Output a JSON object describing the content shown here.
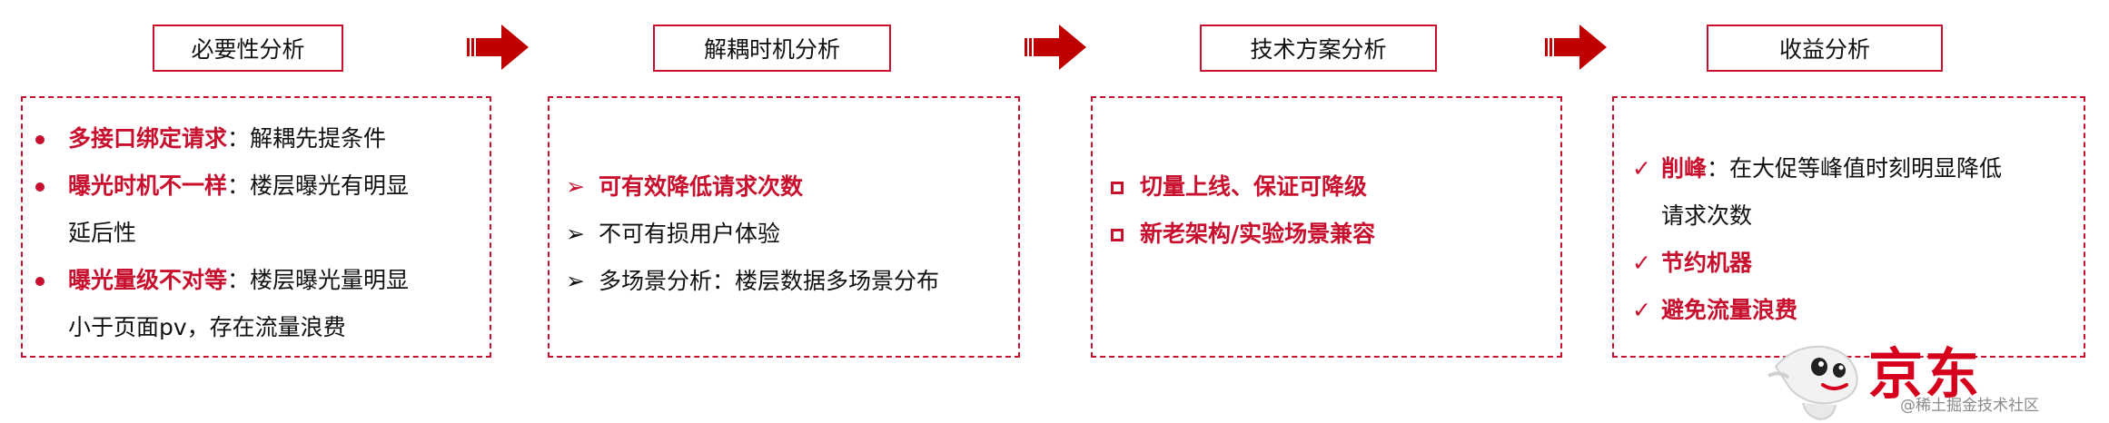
{
  "stages": [
    {
      "title": "必要性分析",
      "items": [
        {
          "marker": "dot",
          "key": "多接口绑定请求",
          "text": "：解耦先提条件"
        },
        {
          "marker": "dot",
          "key": "曝光时机不一样",
          "text": "：楼层曝光有明显"
        },
        {
          "marker": "none",
          "key": "",
          "text": "延后性"
        },
        {
          "marker": "dot",
          "key": "曝光量级不对等",
          "text": "：楼层曝光量明显"
        },
        {
          "marker": "none",
          "key": "",
          "text": "小于页面pv，存在流量浪费"
        }
      ]
    },
    {
      "title": "解耦时机分析",
      "items": [
        {
          "marker": "chevron",
          "key": "可有效降低请求次数",
          "text": ""
        },
        {
          "marker": "chevron-dark",
          "key": "",
          "text": "不可有损用户体验"
        },
        {
          "marker": "chevron-dark",
          "key": "",
          "text": "多场景分析：楼层数据多场景分布"
        }
      ]
    },
    {
      "title": "技术方案分析",
      "items": [
        {
          "marker": "square",
          "key": "切量上线、保证可降级",
          "text": ""
        },
        {
          "marker": "square",
          "key": "新老架构/实验场景兼容",
          "text": ""
        }
      ]
    },
    {
      "title": "收益分析",
      "items": [
        {
          "marker": "check",
          "key": "削峰",
          "text": "：在大促等峰值时刻明显降低"
        },
        {
          "marker": "none",
          "key": "",
          "text": "请求次数"
        },
        {
          "marker": "check",
          "key": "节约机器",
          "text": ""
        },
        {
          "marker": "check",
          "key": "避免流量浪费",
          "text": ""
        }
      ]
    }
  ],
  "markers": {
    "chevron": "➢",
    "check": "✓"
  },
  "logo": {
    "text": "京东"
  },
  "watermark": "@稀土掘金技术社区",
  "colors": {
    "accent": "#c8102e",
    "text": "#111111",
    "arrow": "#c00000"
  }
}
